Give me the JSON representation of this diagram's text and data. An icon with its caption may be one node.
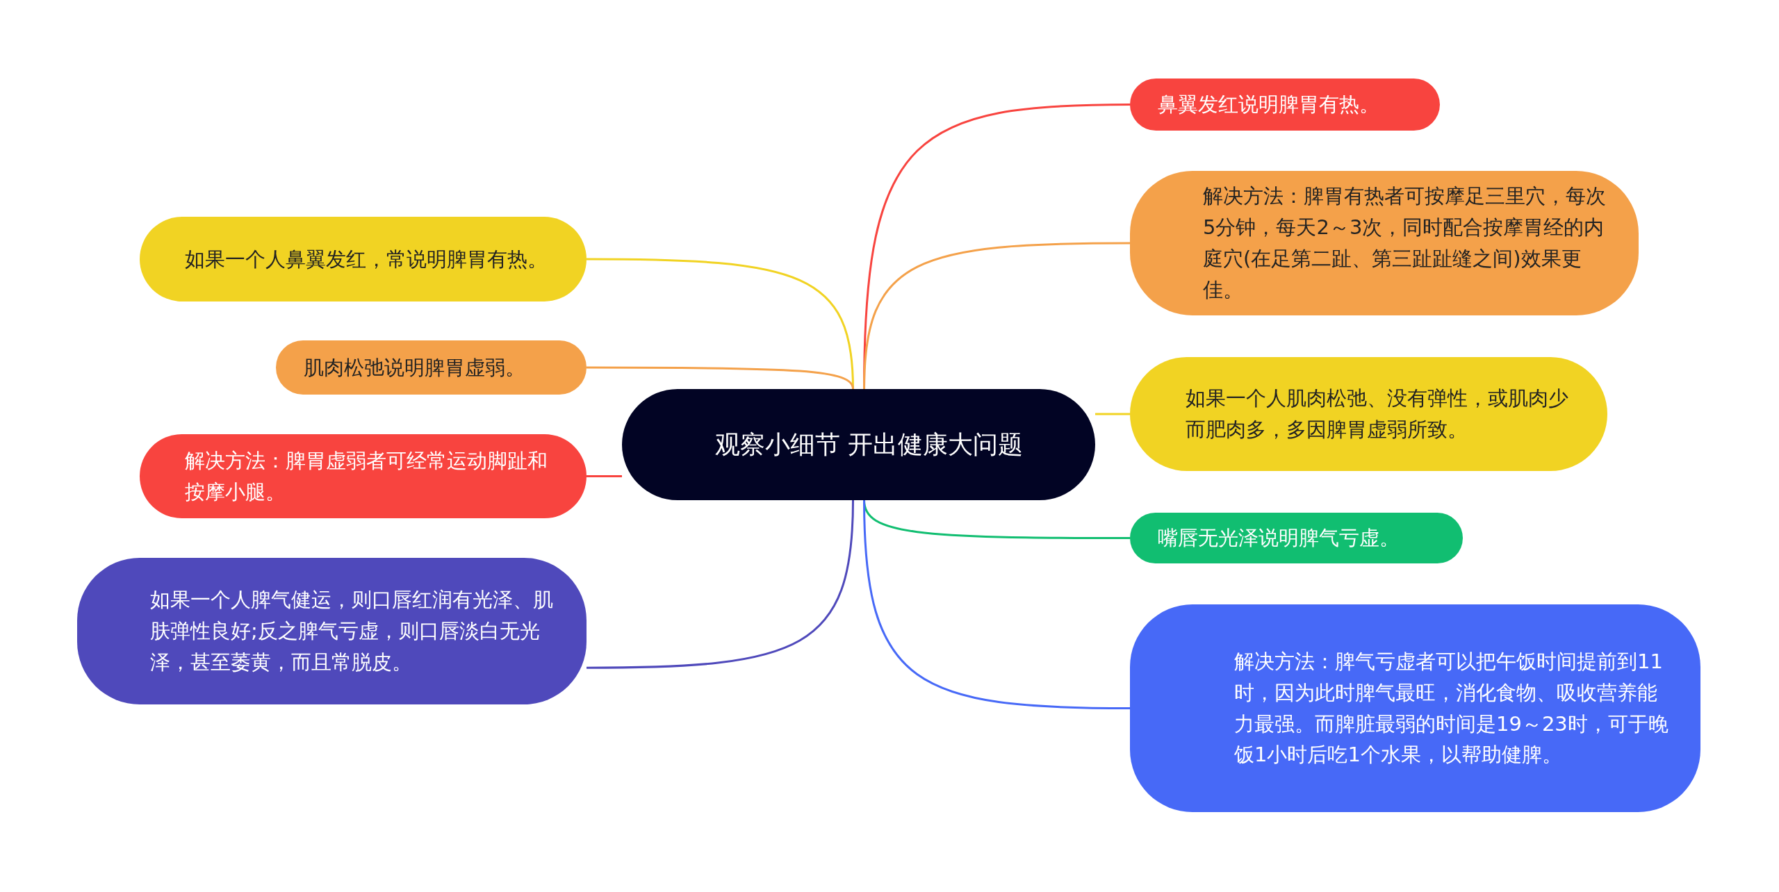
{
  "diagram": {
    "nodes": [
      {
        "text": [
          "观察小细节 开出健康大问题"
        ]
      },
      {
        "text": [
          "如果一个人鼻翼发红，常说明脾胃有热。"
        ]
      },
      {
        "text": [
          "肌肉松弛说明脾胃虚弱。"
        ]
      },
      {
        "text": [
          "解决方法：脾胃虚弱者可经常运动脚趾和按摩小腿。"
        ]
      },
      {
        "text": [
          "如果一个人脾气健运，则口唇红润有光泽、肌肤弹性良好;反之脾气亏虚，则口唇淡白无光泽，甚至萎黄，而且常脱皮。"
        ]
      },
      {
        "text": [
          "鼻翼发红说明脾胃有热。"
        ]
      },
      {
        "text": [
          "解决方法：脾胃有热者可按摩足三里穴，每次5分钟，每天2～3次，同时配合按摩胃经的内庭穴(在足第二趾、第三趾趾缝之间)效果更佳。"
        ]
      },
      {
        "text": [
          "如果一个人肌肉松弛、没有弹性，或肌肉少而肥肉多，多因脾胃虚弱所致。"
        ]
      },
      {
        "text": [
          "嘴唇无光泽说明脾气亏虚。"
        ]
      },
      {
        "text": [
          "解决方法：脾气亏虚者可以把午饭时间提前到11时，因为此时脾气最旺，消化食物、吸收营养能力最强。而脾脏最弱的时间是19～23时，可于晚饭1小时后吃1个水果，以帮助健脾。"
        ]
      }
    ],
    "edges": [
      {
        "from": 0,
        "to": 1,
        "arrow": "none",
        "color": "#f1d323"
      },
      {
        "from": 0,
        "to": 2,
        "arrow": "none",
        "color": "#f4a14a"
      },
      {
        "from": 0,
        "to": 3,
        "arrow": "none",
        "color": "#f8443f"
      },
      {
        "from": 0,
        "to": 4,
        "arrow": "none",
        "color": "#4f49bb"
      },
      {
        "from": 0,
        "to": 5,
        "arrow": "none",
        "color": "#f8443f"
      },
      {
        "from": 0,
        "to": 6,
        "arrow": "none",
        "color": "#f4a14a"
      },
      {
        "from": 0,
        "to": 7,
        "arrow": "none",
        "color": "#f1d323"
      },
      {
        "from": 0,
        "to": 8,
        "arrow": "none",
        "color": "#11be71"
      },
      {
        "from": 0,
        "to": 9,
        "arrow": "none",
        "color": "#4769f7"
      }
    ]
  }
}
